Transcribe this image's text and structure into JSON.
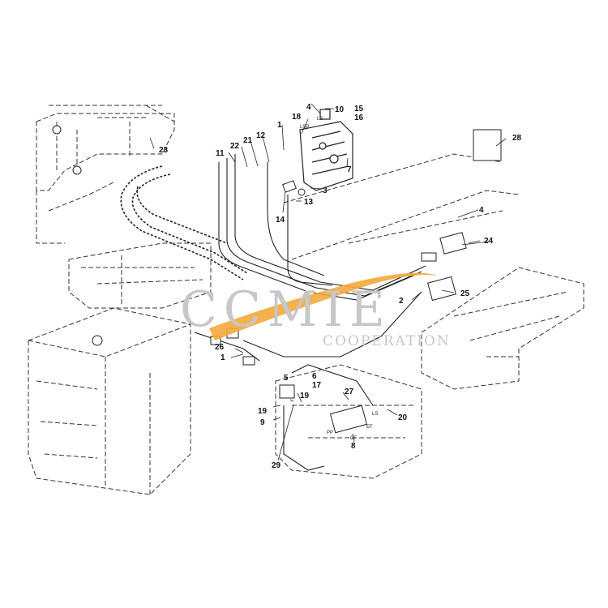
{
  "watermark": {
    "title": "CCMIE",
    "subtitle": "COOPERATION",
    "swoosh_color": "#f3a93a",
    "text_color": "#c7c7c7"
  },
  "callouts": [
    {
      "id": "c1a",
      "text": "1"
    },
    {
      "id": "c1b",
      "text": "1"
    },
    {
      "id": "c2",
      "text": "2"
    },
    {
      "id": "c3",
      "text": "3"
    },
    {
      "id": "c4a",
      "text": "4"
    },
    {
      "id": "c4b",
      "text": "4"
    },
    {
      "id": "c5",
      "text": "5"
    },
    {
      "id": "c6",
      "text": "6"
    },
    {
      "id": "c7",
      "text": "7"
    },
    {
      "id": "c8",
      "text": "8"
    },
    {
      "id": "c9",
      "text": "9"
    },
    {
      "id": "c10",
      "text": "10"
    },
    {
      "id": "c11",
      "text": "11"
    },
    {
      "id": "c12",
      "text": "12"
    },
    {
      "id": "c13",
      "text": "13"
    },
    {
      "id": "c14",
      "text": "14"
    },
    {
      "id": "c15",
      "text": "15"
    },
    {
      "id": "c16",
      "text": "16"
    },
    {
      "id": "c17",
      "text": "17"
    },
    {
      "id": "c18",
      "text": "18"
    },
    {
      "id": "c19a",
      "text": "19"
    },
    {
      "id": "c19b",
      "text": "19"
    },
    {
      "id": "c20",
      "text": "20"
    },
    {
      "id": "c21",
      "text": "21"
    },
    {
      "id": "c22",
      "text": "22"
    },
    {
      "id": "c23",
      "text": "23"
    },
    {
      "id": "c24",
      "text": "24"
    },
    {
      "id": "c25",
      "text": "25"
    },
    {
      "id": "c26",
      "text": "26"
    },
    {
      "id": "c27",
      "text": "27"
    },
    {
      "id": "c28",
      "text": "28"
    },
    {
      "id": "c29",
      "text": "29"
    }
  ],
  "port_labels": {
    "ls_top": "LS",
    "lsp_top": "LSP",
    "ls_bottom": "LS",
    "pp_bottom": "PP",
    "cf_bottom": "CF",
    "ef_bottom": "EF"
  }
}
